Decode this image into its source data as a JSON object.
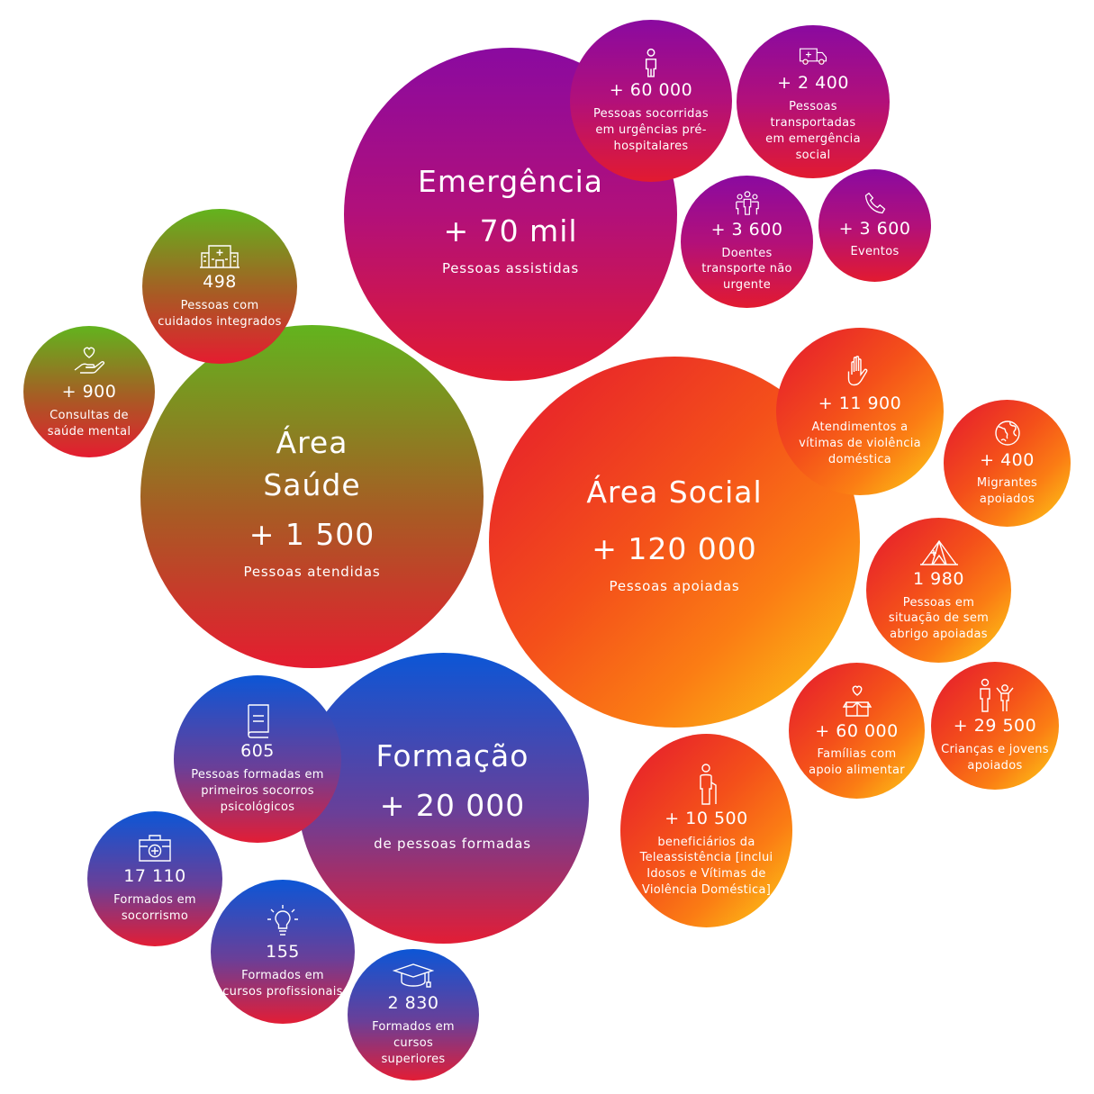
{
  "emergencia": {
    "title": "Emergência",
    "value": "+ 70 mil",
    "desc": "Pessoas assistidas",
    "items": [
      {
        "icon": "person-icon",
        "value": "+ 60 000",
        "desc": "Pessoas socorridas em urgências pré-hospitalares"
      },
      {
        "icon": "ambulance-icon",
        "value": "+ 2 400",
        "desc": "Pessoas transportadas em emergência social"
      },
      {
        "icon": "group-people-icon",
        "value": "+ 3 600",
        "desc": "Doentes transporte não urgente"
      },
      {
        "icon": "phone-icon",
        "value": "+ 3 600",
        "desc": "Eventos"
      }
    ]
  },
  "saude": {
    "title_line1": "Área",
    "title_line2": "Saúde",
    "value": "+ 1 500",
    "desc": "Pessoas atendidas",
    "items": [
      {
        "icon": "hospital-icon",
        "value": "498",
        "desc": "Pessoas com cuidados integrados"
      },
      {
        "icon": "heart-hand-icon",
        "value": "+ 900",
        "desc": "Consultas de saúde mental"
      }
    ]
  },
  "social": {
    "title": "Área Social",
    "value": "+ 120 000",
    "desc": "Pessoas apoiadas",
    "items": [
      {
        "icon": "raised-hand-icon",
        "value": "+ 11 900",
        "desc": "Atendimentos a vítimas de violência doméstica"
      },
      {
        "icon": "globe-icon",
        "value": "+ 400",
        "desc": "Migrantes apoiados"
      },
      {
        "icon": "tent-icon",
        "value": "1 980",
        "desc": "Pessoas em situação de sem abrigo apoiadas"
      },
      {
        "icon": "food-box-icon",
        "value": "+ 60 000",
        "desc": "Famílias com apoio alimentar"
      },
      {
        "icon": "children-icon",
        "value": "+ 29 500",
        "desc": "Crianças e jovens apoiados"
      },
      {
        "icon": "elderly-person-icon",
        "value": "+ 10 500",
        "desc": "beneficiários da Teleassistência [inclui Idosos e Vítimas de Violência Doméstica]"
      }
    ]
  },
  "formacao": {
    "title": "Formação",
    "value": "+ 20 000",
    "desc": "de pessoas formadas",
    "items": [
      {
        "icon": "book-icon",
        "value": "605",
        "desc": "Pessoas formadas em primeiros socorros psicológicos"
      },
      {
        "icon": "first-aid-kit-icon",
        "value": "17 110",
        "desc": "Formados em socorrismo"
      },
      {
        "icon": "lightbulb-icon",
        "value": "155",
        "desc": "Formados em cursos profissionais"
      },
      {
        "icon": "graduation-cap-icon",
        "value": "2 830",
        "desc": "Formados em cursos superiores"
      }
    ]
  },
  "colors": {
    "emergencia": [
      "#8a0aa0",
      "#e21a30"
    ],
    "saude": [
      "#62b41e",
      "#e51c30"
    ],
    "social": [
      "#e4172f",
      "#fcd116"
    ],
    "formacao": [
      "#0c56d6",
      "#e31d35"
    ]
  }
}
